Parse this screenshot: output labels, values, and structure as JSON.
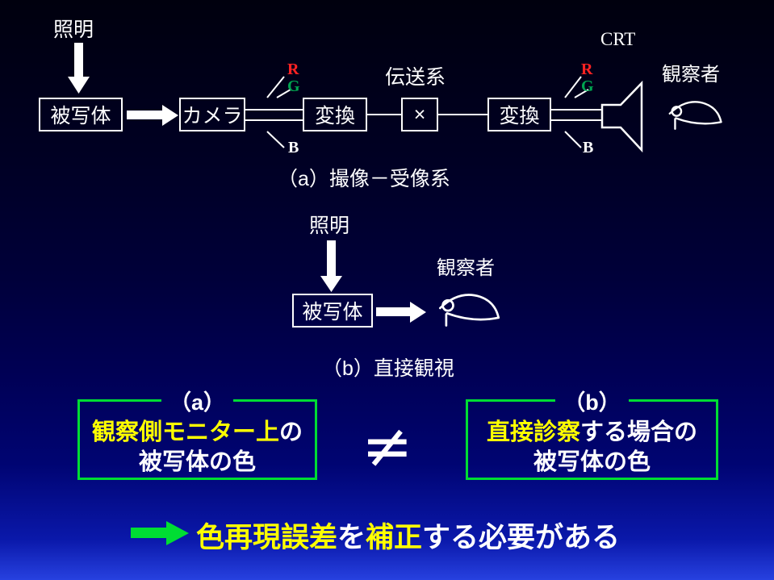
{
  "colors": {
    "accent_green": "#00dd33",
    "highlight_yellow": "#ffff00",
    "signal_red": "#ff2222",
    "signal_green": "#00a550",
    "text_white": "#ffffff",
    "background_top": "#00000e",
    "background_bottom": "#2741e0"
  },
  "top_diagram": {
    "illumination_label": "照明",
    "subject_box": "被写体",
    "camera_box": "カメラ",
    "convert_box_1": "変換",
    "multiply_box": "×",
    "transmission_label": "伝送系",
    "convert_box_2": "変換",
    "crt_label": "CRT",
    "observer_label": "観察者",
    "r_label": "R",
    "g_label": "G",
    "b_label": "B",
    "caption": "（a）撮像－受像系"
  },
  "middle_diagram": {
    "illumination_label": "照明",
    "subject_box": "被写体",
    "observer_label": "観察者",
    "caption": "（b）直接観視"
  },
  "comparison": {
    "left_tag": "（a）",
    "left_line1_highlight": "観察側モニター上",
    "left_line1_rest": "の",
    "left_line2": "被写体の色",
    "not_equal_sign": "≠",
    "right_tag": "（b）",
    "right_line1_highlight": "直接診察",
    "right_line1_rest": "する場合の",
    "right_line2": "被写体の色"
  },
  "conclusion": {
    "segment1": "色再現誤差",
    "segment2": "を",
    "segment3": "補正",
    "segment4": "する必要がある"
  }
}
